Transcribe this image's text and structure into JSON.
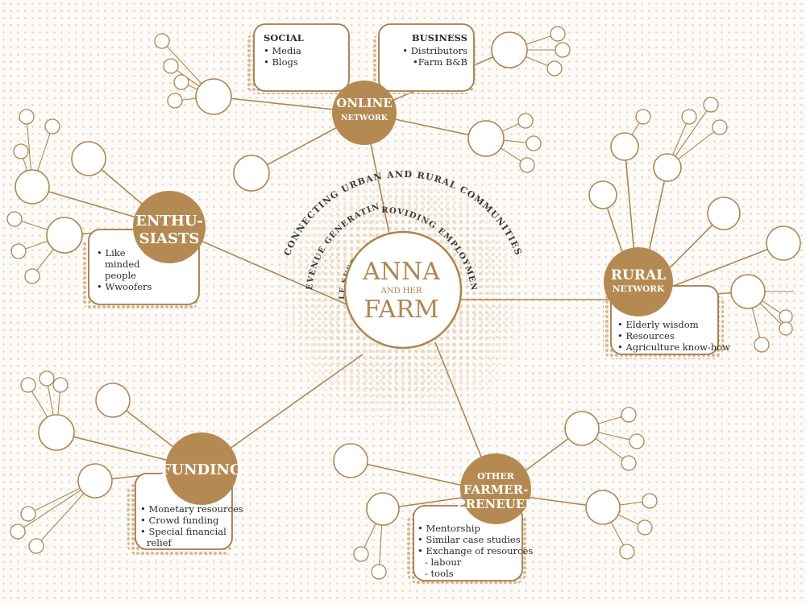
{
  "center": {
    "line1": "ANNA",
    "line2": "AND HER",
    "line3": "FARM"
  },
  "arcs": {
    "outer": "CONNECTING URBAN AND RURAL COMMUNITIES",
    "middle_left": "REVENUE GENERATING",
    "middle_right": "PROVIDING EMPLOYMENT",
    "inner": "SELF SUSTAINING"
  },
  "hubs": {
    "online": {
      "line1": "ONLINE",
      "line2": "NETWORK"
    },
    "enthusiasts": {
      "line1": "ENTHU-",
      "line2": "SIASTS"
    },
    "rural": {
      "line1": "RURAL",
      "line2": "NETWORK"
    },
    "funding": {
      "line1": "FUNDING"
    },
    "farmerpreneur": {
      "line1": "OTHER",
      "line2": "FARMER-",
      "line3": "PRENEUER"
    }
  },
  "boxes": {
    "social": {
      "title": "SOCIAL",
      "items": [
        "• Media",
        "• Blogs"
      ]
    },
    "business": {
      "title": "BUSINESS",
      "items": [
        "• Distributors",
        "•Farm B&B"
      ]
    },
    "enthusiasts": {
      "items": [
        "• Like",
        "minded",
        "people",
        "• Wwoofers"
      ]
    },
    "rural": {
      "items": [
        "• Elderly wisdom",
        "• Resources",
        "• Agriculture know-how"
      ]
    },
    "funding": {
      "items": [
        "• Monetary resources",
        "• Crowd funding",
        "• Special financial",
        "relief"
      ]
    },
    "farmerpreneur": {
      "items": [
        "• Mentorship",
        "• Similar case studies",
        "• Exchange of resources",
        "- labour",
        "- tools"
      ]
    }
  },
  "colors": {
    "accent": "#b58a52",
    "line": "#b0864f",
    "background": "#fcfbf8",
    "text": "#2a2a2a"
  }
}
